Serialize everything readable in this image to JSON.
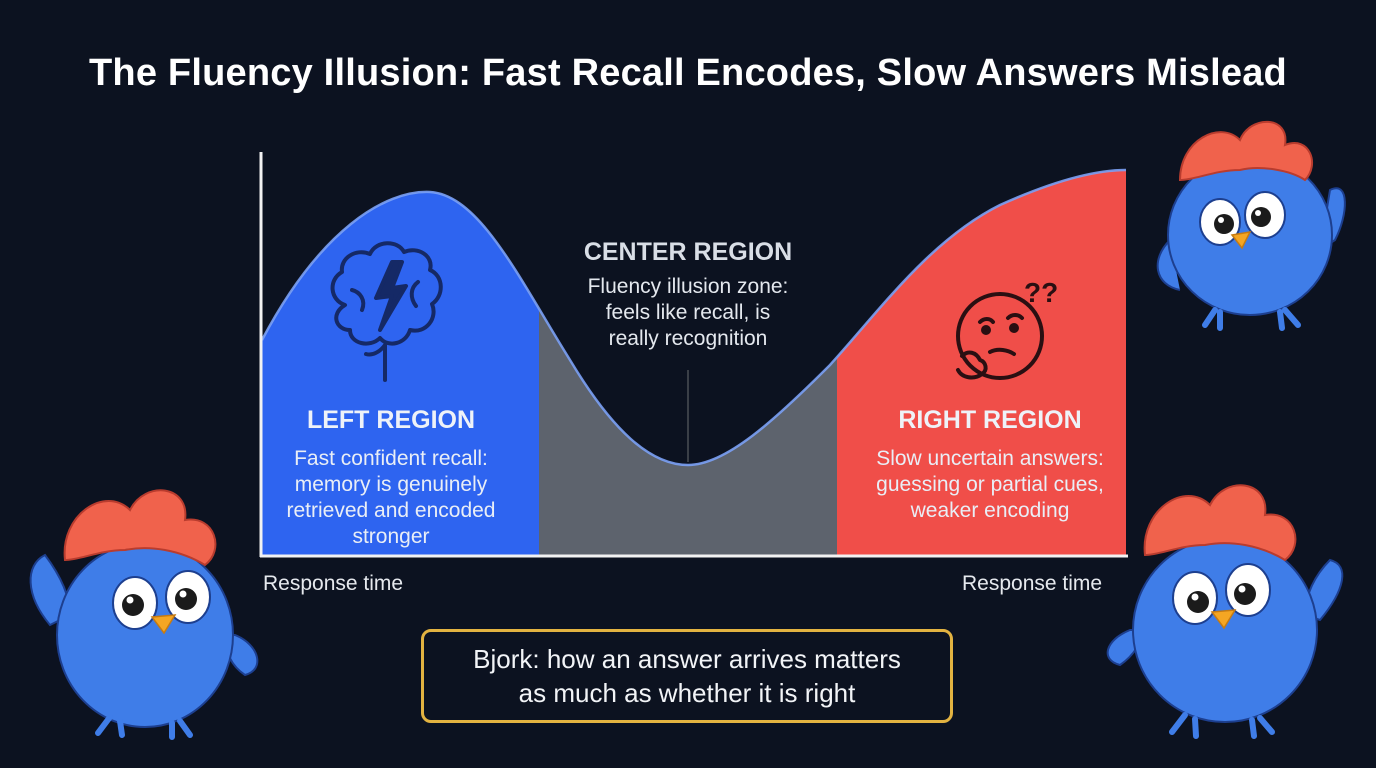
{
  "title": "The Fluency Illusion: Fast Recall Encodes, Slow Answers Mislead",
  "regions": {
    "left": {
      "title": "LEFT REGION",
      "text": "Fast confident recall:\nmemory is genuinely\nretrieved and encoded\nstronger",
      "color": "#2e64f0",
      "icon": "brain-lightning-icon"
    },
    "center": {
      "title": "CENTER REGION",
      "text": "Fluency illusion zone:\nfeels like recall, is\nreally recognition",
      "color": "#5d636d"
    },
    "right": {
      "title": "RIGHT REGION",
      "text": "Slow uncertain answers:\nguessing or partial cues,\nweaker encoding",
      "color": "#f04e49",
      "icon": "thinking-face-icon",
      "icon_marks": "??"
    }
  },
  "axis": {
    "left_label": "Response time",
    "right_label": "Response time"
  },
  "note": {
    "text": "Bjork: how an answer arrives matters\nas much as whether it is right",
    "border_color": "#e3b341"
  },
  "mascots": [
    "bird-mascot-icon",
    "bird-mascot-icon",
    "bird-mascot-icon"
  ]
}
